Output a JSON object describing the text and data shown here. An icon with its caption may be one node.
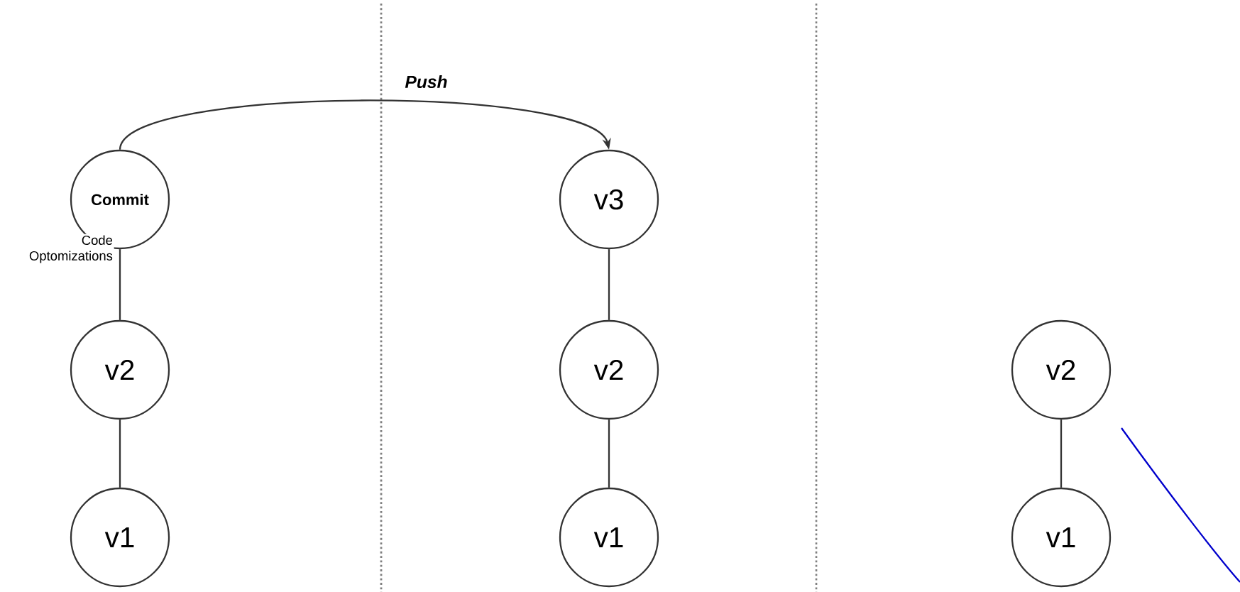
{
  "diagram": {
    "nodes": [
      {
        "text": [
          "Commit"
        ]
      },
      {
        "text": [
          "v2"
        ]
      },
      {
        "text": [
          "v1"
        ]
      },
      {
        "text": [
          "v3"
        ]
      },
      {
        "text": [
          "v2"
        ]
      },
      {
        "text": [
          "v1"
        ]
      },
      {
        "text": [
          "v2"
        ]
      },
      {
        "text": [
          "v1"
        ]
      }
    ],
    "edges": [
      {
        "from": 0,
        "to": 1,
        "arrow": "none",
        "label": "Code Optomizations"
      },
      {
        "from": 1,
        "to": 2,
        "arrow": "none"
      },
      {
        "from": 0,
        "to": 3,
        "arrow": "to",
        "label": "Push"
      },
      {
        "from": 3,
        "to": 4,
        "arrow": "none"
      },
      {
        "from": 4,
        "to": 5,
        "arrow": "none"
      },
      {
        "from": 6,
        "to": 7,
        "arrow": "none"
      }
    ]
  }
}
